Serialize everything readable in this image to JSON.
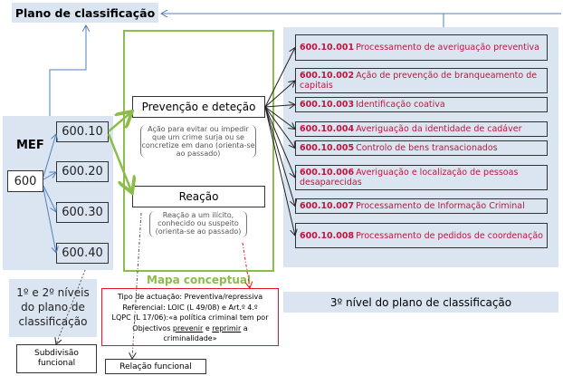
{
  "title": "Plano de classificação",
  "left_panel": {
    "label": "MEF",
    "root": "600",
    "codes": [
      "600.10",
      "600.20",
      "600.30",
      "600.40"
    ]
  },
  "levels_label": "1º e 2º níveis do plano de classificação",
  "subdivision_label": "Subdivisão funcional",
  "relation_label": "Relação funcional",
  "concept_map": {
    "title": "Mapa conceptual",
    "prevention": {
      "label": "Prevenção  e deteção",
      "note": "Ação para evitar ou impedir que um crime surja ou se concretize em dano (orienta-se ao passado)"
    },
    "reaction": {
      "label": "Reação",
      "note": "Reação a um ilícito, conhecido ou suspeito (orienta-se ao passado)"
    }
  },
  "reference": {
    "line1": "Tipo de actuação: Preventiva/repressiva",
    "line2": "Referencial: LOIC (L 49/08) e Art.º 4.º",
    "line3": "LQPC (L 17/06):«a política criminal tem por",
    "line4a": "Objectivos ",
    "w1": "prevenir",
    "line4b": " e ",
    "w2": "reprimir",
    "line4c": " a",
    "line5": "criminalidade»"
  },
  "third_level_label": "3º nível do plano de classificação",
  "items": [
    {
      "code": "600.10.001",
      "label": "Processamento de averiguação preventiva"
    },
    {
      "code": "600.10.002",
      "label": "Ação de prevenção de branqueamento de capitais"
    },
    {
      "code": "600.10.003",
      "label": "Identificação coativa"
    },
    {
      "code": "600.10.004",
      "label": "Averiguação da identidade de cadáver"
    },
    {
      "code": "600.10.005",
      "label": "Controlo de bens transacionados"
    },
    {
      "code": "600.10.006",
      "label": "Averiguação e localização de pessoas desaparecidas"
    },
    {
      "code": "600.10.007",
      "label": "Processamento de Informação Criminal"
    },
    {
      "code": "600.10.008",
      "label": "Processamento de pedidos de coordenação"
    }
  ],
  "colors": {
    "light_blue": "#dbe5f1",
    "green": "#8cbd4a",
    "red": "#e8112d",
    "item_text": "#c0143c",
    "blue_line": "#4f81bd"
  }
}
